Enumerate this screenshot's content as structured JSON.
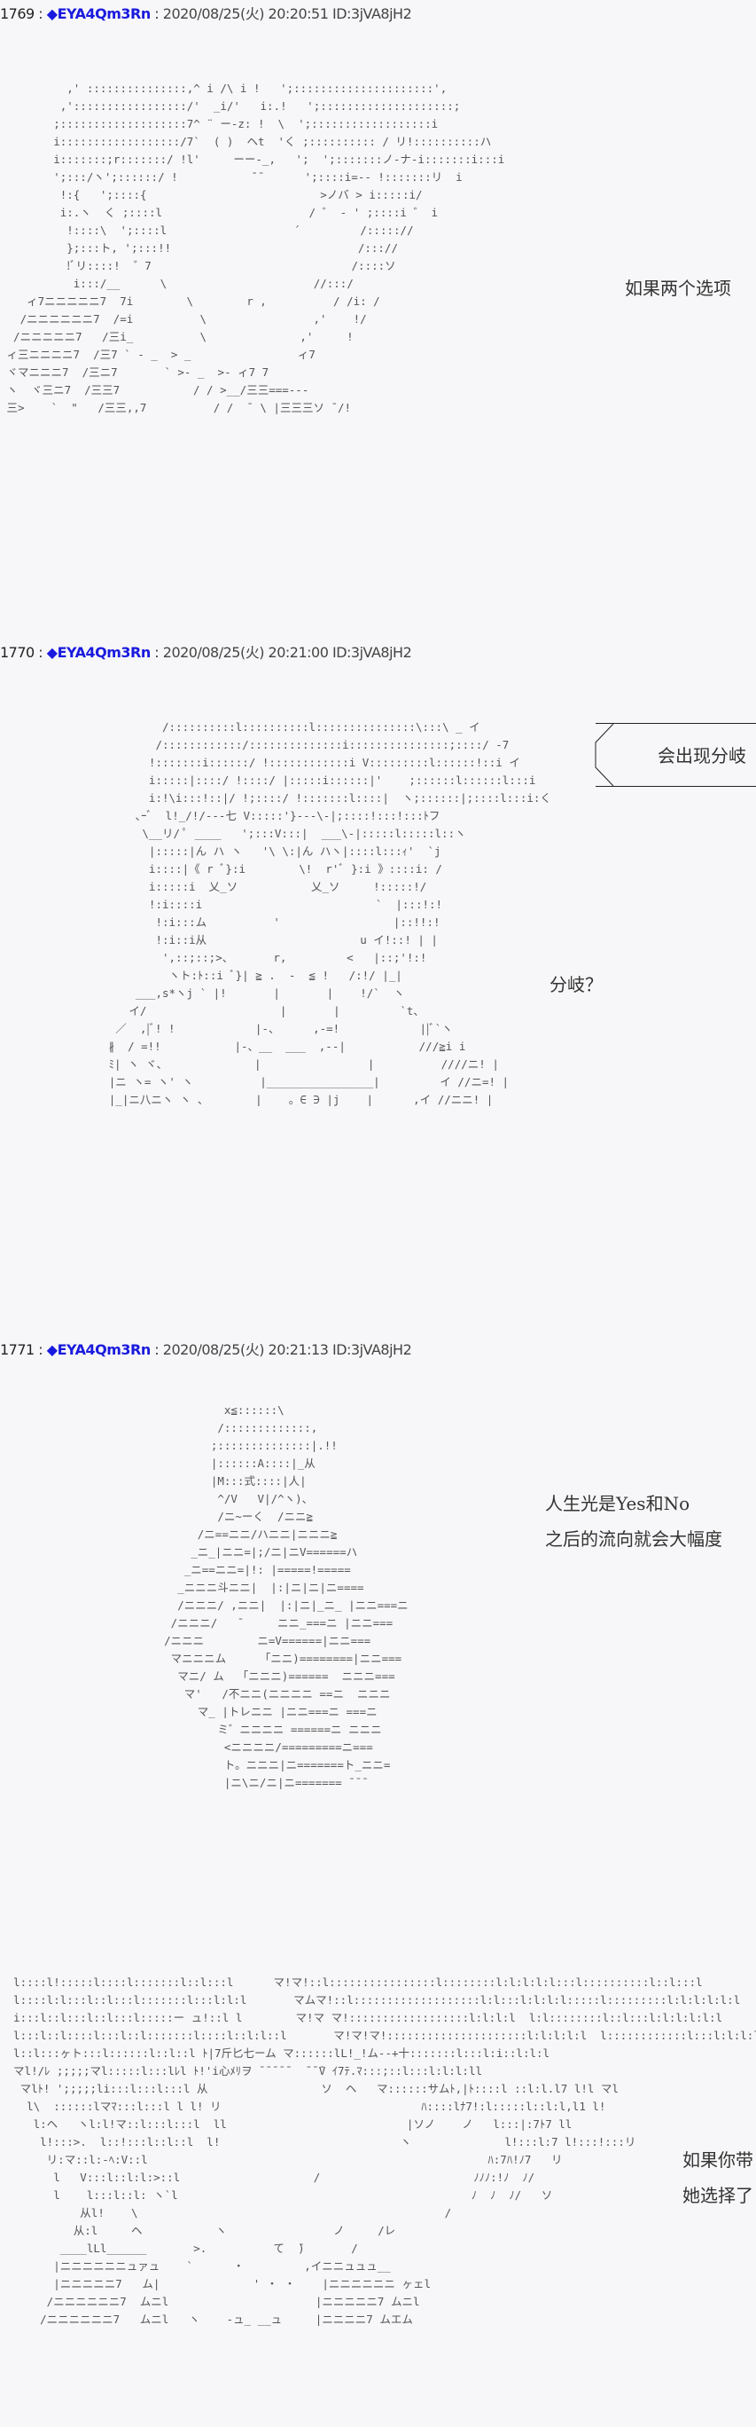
{
  "posts": [
    {
      "number": "1769",
      "name": "◆EYA4Qm3Rn",
      "meta": "2020/08/25(火) 20:20:51 ID:3jVA8jH2",
      "side_text": [
        "如果两个选项"
      ]
    },
    {
      "number": "1770",
      "name": "◆EYA4Qm3Rn",
      "meta": "2020/08/25(火) 20:21:00 ID:3jVA8jH2",
      "bubble_text": "会出现分岐",
      "side_text": [
        "分岐？"
      ]
    },
    {
      "number": "1771",
      "name": "◆EYA4Qm3Rn",
      "meta": "2020/08/25(火) 20:21:13 ID:3jVA8jH2",
      "side_text": [
        "人生光是Yes和No",
        "之后的流向就会大幅度"
      ]
    },
    {
      "side_text": [
        "如果你带",
        "她选择了"
      ]
    }
  ],
  "separator": " : "
}
